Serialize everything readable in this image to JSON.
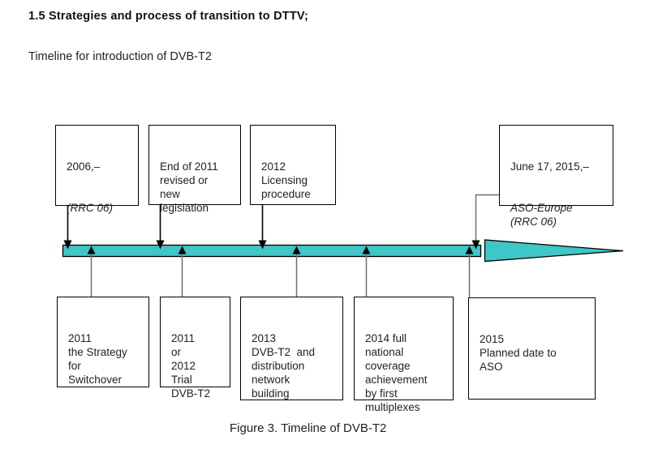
{
  "page": {
    "heading": "1.5 Strategies and process of transition to DTTV;",
    "subtitle": "Timeline for introduction of DVB-T2",
    "caption": "Figure 3. Timeline of DVB-T2"
  },
  "colors": {
    "timeline_fill": "#3FC6C6",
    "box_border": "#000000",
    "connector_black": "#000000",
    "connector_gray": "#6E6E6E"
  },
  "timeline": {
    "top_boxes": [
      {
        "title": "2006,–",
        "subtitle": "(RRC 06)"
      },
      {
        "text": "End of 2011\nrevised or\nnew\nlegislation"
      },
      {
        "text": "2012\nLicensing\nprocedure"
      },
      {
        "title": "June 17, 2015,–",
        "subtitle": "ASO-Europe\n(RRC 06)"
      }
    ],
    "bottom_boxes": [
      {
        "text": "2011\nthe Strategy\nfor\nSwitchover"
      },
      {
        "text": "2011\nor\n2012\nTrial\nDVB-T2"
      },
      {
        "text": "2013\nDVB-T2  and\ndistribution\nnetwork\nbuilding"
      },
      {
        "text": "2014 full\nnational\ncoverage\nachievement\nby first\nmultiplexes"
      },
      {
        "text": "2015\nPlanned date to\nASO"
      }
    ]
  }
}
